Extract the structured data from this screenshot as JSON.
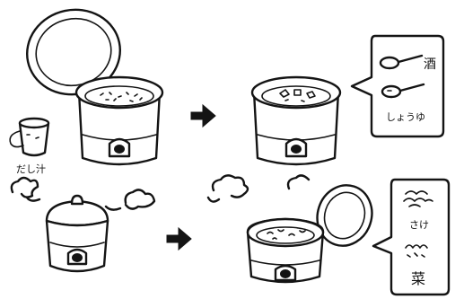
{
  "labels": {
    "dashi": "だし汁",
    "sake": "酒",
    "shoyu": "しょうゆ",
    "salmon": "さけ",
    "greens": "菜"
  },
  "colors": {
    "ink": "#141414",
    "paper": "#ffffff"
  },
  "icons": [
    "rice-cooker-icon",
    "arrow-right-icon",
    "cup-icon",
    "spoon-icon",
    "steam-icon",
    "salmon-icon",
    "greens-icon"
  ]
}
